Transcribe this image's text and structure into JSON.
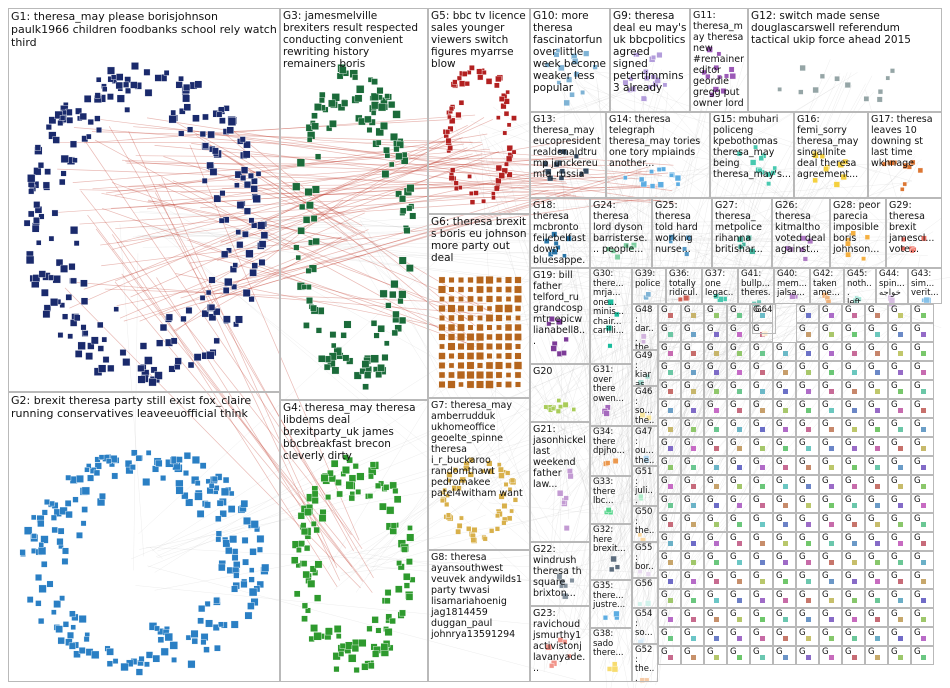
{
  "groups": [
    {
      "id": "G1",
      "label": "G1: theresa_may please borisjohnson paulk1966 children foodbanks school rely watch third",
      "color": "#1a2a6c",
      "nodes": 260,
      "style": "ring"
    },
    {
      "id": "G2",
      "label": "G2: brexit theresa party still exist fox_claire running conservatives leaveeuofficial think",
      "color": "#2a7fc4",
      "nodes": 220,
      "style": "ring"
    },
    {
      "id": "G3",
      "label": "G3: jamesmelville brexiters result respected conducting convenient rewriting history remainers boris",
      "color": "#1b6b3a",
      "nodes": 150,
      "style": "ring"
    },
    {
      "id": "G4",
      "label": "G4: theresa_may theresa libdems deal brexitparty_uk james bbcbreakfast brecon cleverly dirty",
      "color": "#2e9a2e",
      "nodes": 140,
      "style": "ring"
    },
    {
      "id": "G5",
      "label": "G5: bbc tv licence sales younger viewers switch figures myarrse blow",
      "color": "#b22020",
      "nodes": 70,
      "style": "ring"
    },
    {
      "id": "G6",
      "label": "G6: theresa brexit s boris eu johnson more party out deal",
      "color": "#b5651d",
      "nodes": 120,
      "style": "grid"
    },
    {
      "id": "G7",
      "label": "G7: theresa_may amberrudduk ukhomeoffice geoelte_spinne theresa i_r_buckaroo randomthawt pedromakee patel4witham want",
      "color": "#d8b04a",
      "nodes": 60,
      "style": "ring"
    },
    {
      "id": "G8",
      "label": "G8: theresa ayansouthwest veuvek andywilds1 party twvasi lisamariahoenig jag1814459 duggan_paul johnrya13591294",
      "color": "#8a8a8a",
      "nodes": 0,
      "style": "none"
    },
    {
      "id": "G9",
      "label": "G9: theresa deal eu may's uk bbcpolitics agreed signed petertimmins3 already",
      "color": "#b39ddb",
      "nodes": 18,
      "style": "ring"
    },
    {
      "id": "G10",
      "label": "G10: more theresa fascinatorfun over little week become weaker less popular",
      "color": "#7fb3d5",
      "nodes": 15,
      "style": "ring"
    },
    {
      "id": "G11",
      "label": "G11: theresa_may theresa new #remainer editor geordie gregg put owner lord",
      "color": "#9b59b6",
      "nodes": 14,
      "style": "ring"
    },
    {
      "id": "G12",
      "label": "G12: switch made sense douglascarswell referendum tactical ukip force ahead 2015",
      "color": "#95a5a6",
      "nodes": 12,
      "style": "ring"
    },
    {
      "id": "G13",
      "label": "G13: theresa_may eucopresident realdonaldtrump junckereu mfa_russia",
      "color": "#34495e",
      "nodes": 14,
      "style": "ring"
    },
    {
      "id": "G14",
      "label": "G14: theresa telegraph theresa_may tories one tory mpiainds another...",
      "color": "#5dade2",
      "nodes": 12,
      "style": "ring"
    },
    {
      "id": "G15",
      "label": "G15: mbuhari policeng kpebothomas theresa_may being theresa_may's...",
      "color": "#48c9b0",
      "nodes": 12,
      "style": "ring"
    },
    {
      "id": "G16",
      "label": "G16: femi_sorry theresa_may singallnite deal theresa agreement...",
      "color": "#f4d03f",
      "nodes": 10,
      "style": "ring"
    },
    {
      "id": "G17",
      "label": "G17: theresa leaves 10 downing st last time wkhnage",
      "color": "#dc7633",
      "nodes": 10,
      "style": "ring"
    },
    {
      "id": "G18",
      "label": "G18: theresa mcbronto feilebelfast down bluesappe...",
      "color": "#2874a6",
      "nodes": 8,
      "style": "ring"
    },
    {
      "id": "G19",
      "label": "G19: bill father telford_ru grandcosp mtr_epicw lianabell8...",
      "color": "#7d3c98",
      "nodes": 8,
      "style": "ring"
    },
    {
      "id": "G20",
      "label": "G20",
      "color": "#a9cc5a",
      "nodes": 10,
      "style": "ring"
    },
    {
      "id": "G21",
      "label": "G21: jasonhickel last weekend father law...",
      "color": "#c39bd3",
      "nodes": 8,
      "style": "ring"
    },
    {
      "id": "G22",
      "label": "G22: windrush theresa th square brixton...",
      "color": "#85929e",
      "nodes": 6,
      "style": "ring"
    },
    {
      "id": "G23",
      "label": "G23: ravichoud jsmurthy1 activistonj lavanyade...",
      "color": "#f1948a",
      "nodes": 6,
      "style": "ring"
    },
    {
      "id": "G24",
      "label": "G24: theresa lord dyson barristerse... people...",
      "color": "#7dcea0",
      "nodes": 6,
      "style": "ring"
    },
    {
      "id": "G25",
      "label": "G25: theresa told hard working nurse...",
      "color": "#5499c7",
      "nodes": 6,
      "style": "ring"
    },
    {
      "id": "G26",
      "label": "G26: theresa kitmaltho voted deal against...",
      "color": "#af7ac5",
      "nodes": 6,
      "style": "ring"
    },
    {
      "id": "G27",
      "label": "G27: theresa_ metpolice rihanna britishar...",
      "color": "#45b39d",
      "nodes": 6,
      "style": "ring"
    },
    {
      "id": "G28",
      "label": "G28: peor parecia imposible boris johnson...",
      "color": "#f5b041",
      "nodes": 6,
      "style": "ring"
    },
    {
      "id": "G29",
      "label": "G29: theresa brexit jamescl... vote...",
      "color": "#ec7063",
      "nodes": 6,
      "style": "ring"
    },
    {
      "id": "G30",
      "label": "G30: there... mrja... one... minis... chair... carilli...",
      "color": "#1abc9c",
      "nodes": 4,
      "style": "ring"
    },
    {
      "id": "G31",
      "label": "G31: over there owen...",
      "color": "#a569bd",
      "nodes": 4,
      "style": "ring"
    },
    {
      "id": "G32",
      "label": "G32: here brexit...",
      "color": "#5d6d7e",
      "nodes": 3,
      "style": "ring"
    },
    {
      "id": "G33",
      "label": "G33: there lbc...",
      "color": "#58d68d",
      "nodes": 3,
      "style": "ring"
    },
    {
      "id": "G34",
      "label": "G34: there dpjho...",
      "color": "#eb984e",
      "nodes": 3,
      "style": "ring"
    },
    {
      "id": "G35",
      "label": "G35: there... justre...",
      "color": "#5dade2",
      "nodes": 3,
      "style": "ring"
    },
    {
      "id": "G36",
      "label": "G36: totally ridicul...",
      "color": "#cd6155",
      "nodes": 3,
      "style": "ring"
    },
    {
      "id": "G37",
      "label": "G37: one legac...",
      "color": "#48c9b0",
      "nodes": 3,
      "style": "ring"
    },
    {
      "id": "G38",
      "label": "G38: sado there...",
      "color": "#f7dc6f",
      "nodes": 3,
      "style": "ring"
    },
    {
      "id": "G39",
      "label": "G39: police",
      "color": "#7fb3d5",
      "nodes": 3,
      "style": "ring"
    },
    {
      "id": "G40",
      "label": "G40: mem... jalsa...",
      "color": "#bb8fce",
      "nodes": 3,
      "style": "ring"
    },
    {
      "id": "G41",
      "label": "G41: bullp... theres...",
      "color": "#73c6b6",
      "nodes": 3,
      "style": "ring"
    },
    {
      "id": "G42",
      "label": "G42: taken ame...",
      "color": "#f0b27a",
      "nodes": 3,
      "style": "ring"
    },
    {
      "id": "G43",
      "label": "G43: sim... verit...",
      "color": "#85c1e9",
      "nodes": 3,
      "style": "ring"
    },
    {
      "id": "G44",
      "label": "G44: spin... خواجه",
      "color": "#d7bde2",
      "nodes": 3,
      "style": "ring"
    },
    {
      "id": "G45",
      "label": "G45: noth... left...",
      "color": "#a3e4d7",
      "nodes": 3,
      "style": "ring"
    },
    {
      "id": "G46",
      "label": "G46: so... the...",
      "color": "#f9e79f",
      "nodes": 2,
      "style": "ring"
    },
    {
      "id": "G47",
      "label": "G47: ou... the...",
      "color": "#aed6f1",
      "nodes": 2,
      "style": "ring"
    },
    {
      "id": "G48",
      "label": "G48: dar... the...",
      "color": "#d2b4de",
      "nodes": 2,
      "style": "ring"
    },
    {
      "id": "G49",
      "label": "G49: kiaras sa...",
      "color": "#a2d9ce",
      "nodes": 2,
      "style": "ring"
    },
    {
      "id": "G50",
      "label": "G50: the...",
      "color": "#fad7a0",
      "nodes": 2,
      "style": "ring"
    },
    {
      "id": "G51",
      "label": "G51: juli...",
      "color": "#abebc6",
      "nodes": 2,
      "style": "ring"
    },
    {
      "id": "G52",
      "label": "G52: the...",
      "color": "#f5cba7",
      "nodes": 2,
      "style": "ring"
    },
    {
      "id": "G54",
      "label": "G54: so...",
      "color": "#d6eaf8",
      "nodes": 2,
      "style": "ring"
    },
    {
      "id": "G55",
      "label": "G55: bor...",
      "color": "#e8daef",
      "nodes": 2,
      "style": "ring"
    },
    {
      "id": "G56",
      "label": "G56",
      "color": "#d1f2eb",
      "nodes": 2,
      "style": "ring"
    },
    {
      "id": "G64",
      "label": "G64",
      "color": "#fdebd0",
      "nodes": 2,
      "style": "ring"
    }
  ],
  "tail_label": "G"
}
